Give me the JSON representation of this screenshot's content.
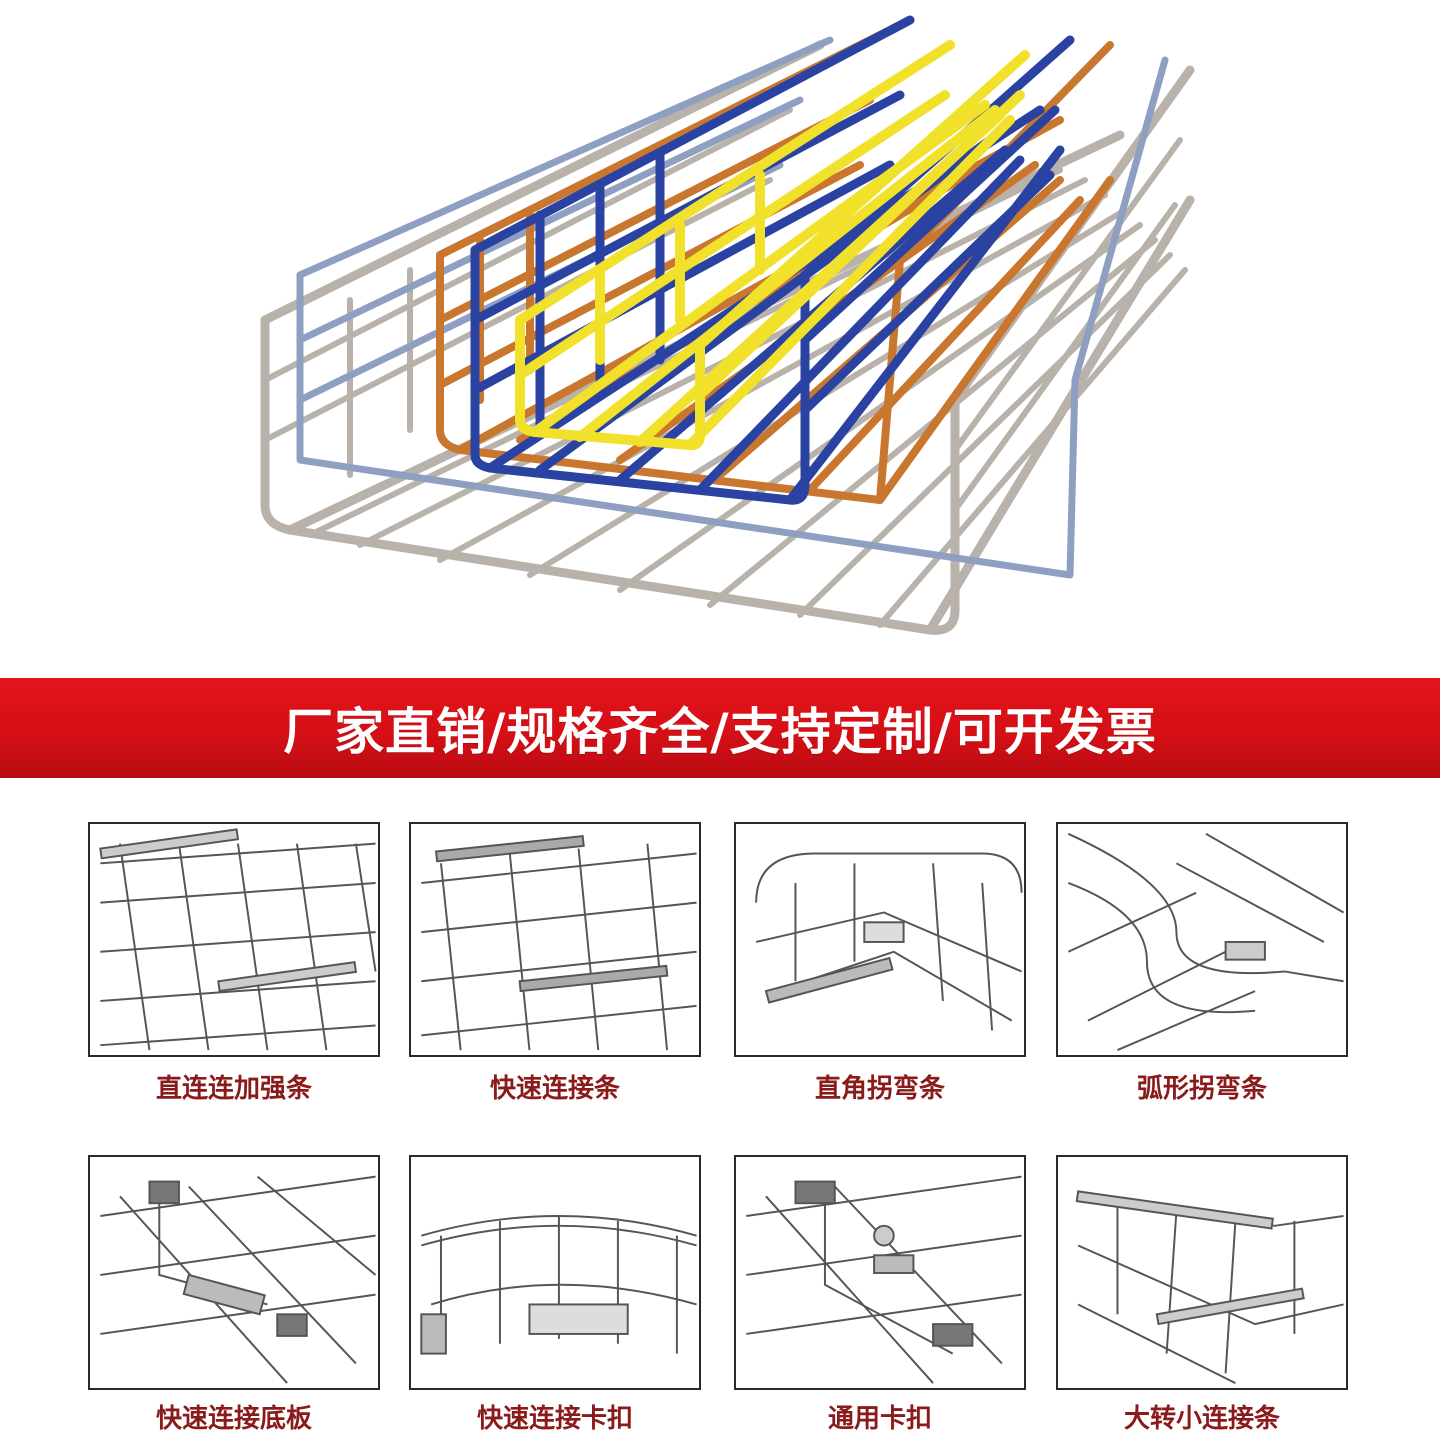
{
  "banner": {
    "text": "厂家直销/规格齐全/支持定制/可开发票"
  },
  "colors": {
    "banner_red": "#d60f16",
    "caption_red": "#8b1a1a",
    "tray_steel": "#b8b2aa",
    "tray_blue_grey": "#8f9fc2",
    "tray_orange": "#c9772e",
    "tray_blue": "#2a43a3",
    "tray_yellow": "#f2e12a"
  },
  "accessories": [
    {
      "label": "直连连加强条"
    },
    {
      "label": "快速连接条"
    },
    {
      "label": "直角拐弯条"
    },
    {
      "label": "弧形拐弯条"
    },
    {
      "label": "快速连接底板"
    },
    {
      "label": "快速连接卡扣"
    },
    {
      "label": "通用卡扣"
    },
    {
      "label": "大转小连接条"
    }
  ]
}
